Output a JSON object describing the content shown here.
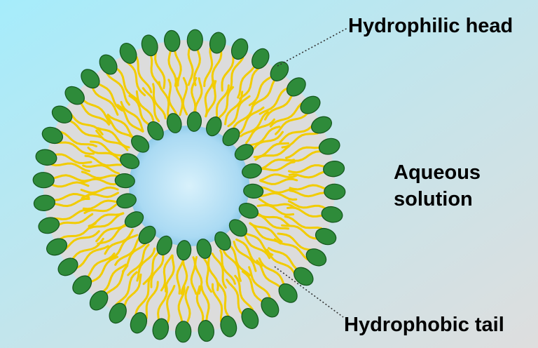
{
  "labels": {
    "head": "Hydrophilic head",
    "tail": "Hydrophobic tail",
    "medium_line1": "Aqueous",
    "medium_line2": "solution"
  },
  "colors": {
    "background_left": "#a8e8f8",
    "background_right": "#dcdcdc",
    "head_fill": "#2e8b3a",
    "head_stroke": "#14561c",
    "tail": "#f2cc00",
    "bilayer_fill": "#dcdcdc",
    "core_fill": "#bfe6f7"
  }
}
